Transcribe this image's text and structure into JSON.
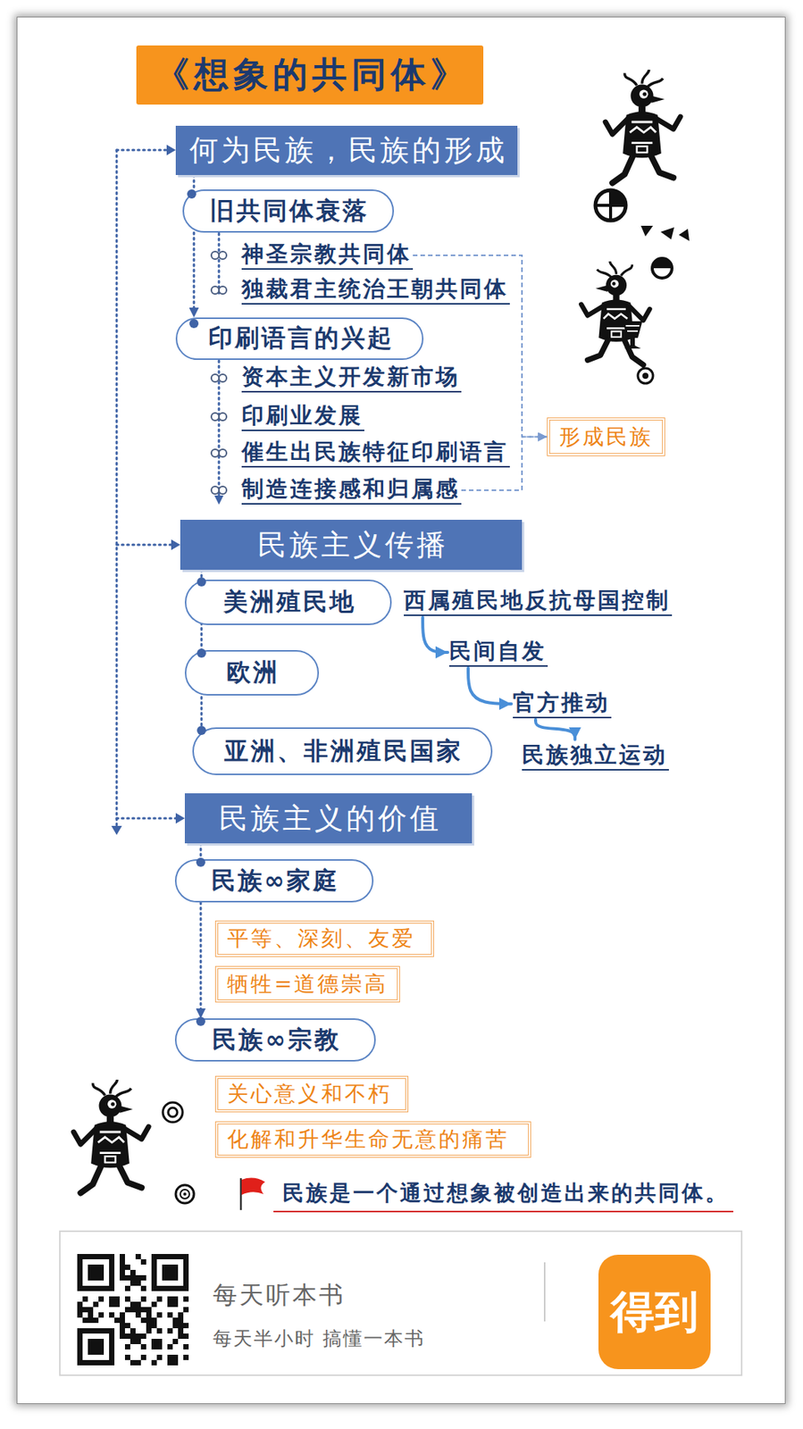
{
  "diagram": {
    "title": "《想象的共同体》",
    "nodes": [
      {
        "text": [
          "何为民族，民族的形成"
        ]
      },
      {
        "text": [
          "旧共同体衰落"
        ]
      },
      {
        "text": [
          "神圣宗教共同体"
        ]
      },
      {
        "text": [
          "独裁君主统治王朝共同体"
        ]
      },
      {
        "text": [
          "印刷语言的兴起"
        ]
      },
      {
        "text": [
          "资本主义开发新市场"
        ]
      },
      {
        "text": [
          "印刷业发展"
        ]
      },
      {
        "text": [
          "催生出民族特征印刷语言"
        ]
      },
      {
        "text": [
          "制造连接感和归属感"
        ]
      },
      {
        "text": [
          "形成民族"
        ]
      },
      {
        "text": [
          "民族主义传播"
        ]
      },
      {
        "text": [
          "美洲殖民地"
        ]
      },
      {
        "text": [
          "西属殖民地反抗母国控制"
        ]
      },
      {
        "text": [
          "欧洲"
        ]
      },
      {
        "text": [
          "民间自发"
        ]
      },
      {
        "text": [
          "亚洲、非洲殖民国家"
        ]
      },
      {
        "text": [
          "官方推动"
        ]
      },
      {
        "text": [
          "民族独立运动"
        ]
      },
      {
        "text": [
          "民族主义的价值"
        ]
      },
      {
        "text": [
          "民族∞家庭"
        ]
      },
      {
        "text": [
          "平等、深刻、友爱"
        ]
      },
      {
        "text": [
          "牺牲=道德崇高"
        ]
      },
      {
        "text": [
          "民族∞宗教"
        ]
      },
      {
        "text": [
          "关心意义和不朽"
        ]
      },
      {
        "text": [
          "化解和升华生命无意的痛苦"
        ]
      },
      {
        "text": [
          "每天听本书",
          "每天半小时 搞懂一本书"
        ]
      },
      {
        "text": [
          "得到"
        ],
        "in": 25
      }
    ],
    "edges": [
      {
        "from": 1,
        "to": 4,
        "arrow": "to"
      },
      {
        "from": 2,
        "to": 9,
        "arrow": "to"
      },
      {
        "from": 8,
        "to": 9,
        "arrow": "to"
      },
      {
        "from": 12,
        "to": 14,
        "arrow": "to"
      },
      {
        "from": 14,
        "to": 16,
        "arrow": "to"
      },
      {
        "from": 16,
        "to": 17,
        "arrow": "to"
      },
      {
        "from": 19,
        "to": 22,
        "arrow": "to"
      }
    ],
    "labels": [
      "民族是一个通过想象被创造出来的共同体。"
    ]
  }
}
